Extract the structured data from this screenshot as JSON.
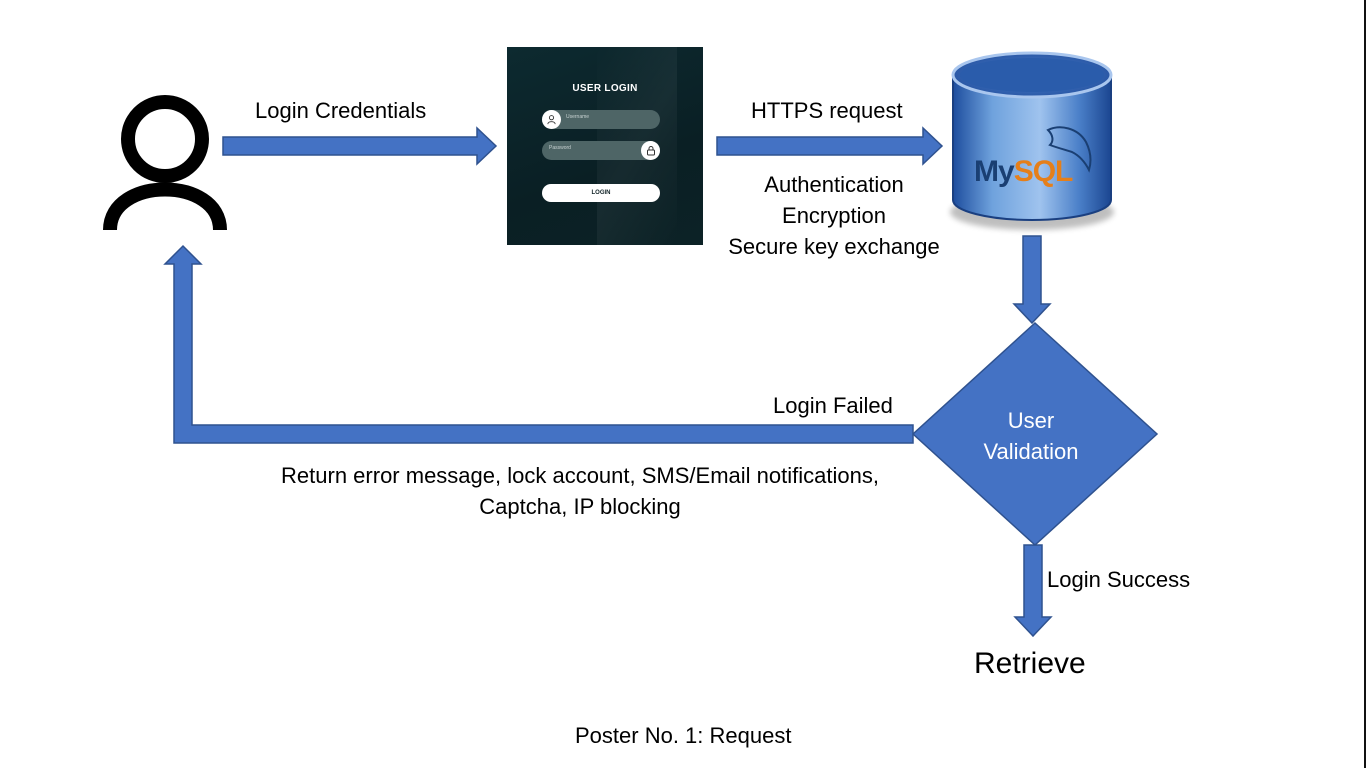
{
  "diagram": {
    "edge_labels": {
      "login_credentials": "Login Credentials",
      "https_request": "HTTPS request",
      "auth_lines": [
        "Authentication",
        "Encryption",
        "Secure key exchange"
      ],
      "login_failed": "Login Failed",
      "failure_actions_lines": [
        "Return error message, lock account, SMS/Email notifications,",
        "Captcha, IP blocking"
      ],
      "login_success": "Login Success"
    },
    "login_form": {
      "title": "USER LOGIN",
      "username_placeholder": "Username",
      "password_placeholder": "Password",
      "button": "LOGIN"
    },
    "database": {
      "logo_my": "My",
      "logo_sql": "SQL"
    },
    "decision_lines": [
      "User",
      "Validation"
    ],
    "retrieve": "Retrieve",
    "caption": "Poster No. 1: Request"
  },
  "colors": {
    "arrow_fill": "#4472C4",
    "arrow_stroke": "#2F528F",
    "decision_fill": "#4472C4",
    "login_bg": "#0c2226",
    "db_top": "#3a6fc0",
    "mysql_blue": "#1a3f73",
    "mysql_orange": "#e57f1a"
  },
  "icons": [
    "user-icon",
    "login-form-image",
    "mysql-database-icon",
    "lock-icon"
  ]
}
